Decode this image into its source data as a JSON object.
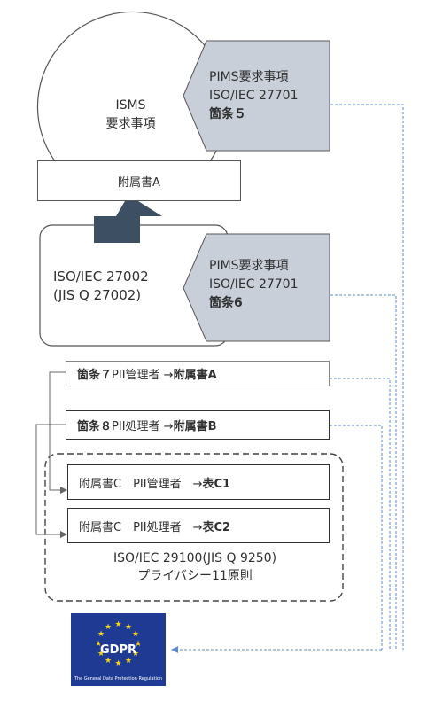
{
  "isms": {
    "line1": "ISMS",
    "line2": "要求事項"
  },
  "pims_top": {
    "line1": "PIMS要求事項",
    "line2": "ISO/IEC 27701",
    "line3": "箇条５"
  },
  "annex_a": "附属書A",
  "iso27002": {
    "line1": "ISO/IEC 27002",
    "line2": "(JIS Q 27002)"
  },
  "pims_mid": {
    "line1": "PIMS要求事項",
    "line2": "ISO/IEC 27701",
    "line3": "箇条6"
  },
  "clause7": {
    "prefix": "箇条７",
    "middle": "PII管理者 → ",
    "suffix": "附属書A"
  },
  "clause8": {
    "prefix": "箇条８",
    "middle": "PII処理者 → ",
    "suffix": "附属書B"
  },
  "annex_c1": {
    "text": "附属書C　PII管理者　→ ",
    "suffix": "表C1"
  },
  "annex_c2": {
    "text": "附属書C　PII処理者　→ ",
    "suffix": "表C2"
  },
  "iso29100": {
    "line1": "ISO/IEC 29100(JIS Q 9250)",
    "line2": "プライバシー11原則"
  },
  "gdpr": {
    "label": "GDPR",
    "caption": "The General Data Protection Regulation"
  },
  "colors": {
    "pims_fill": "#c9cfd8",
    "arrow_fill": "#3d4f63",
    "connector": "#5b8bd3",
    "flag_blue": "#1f3a93",
    "star": "#f4d31a"
  }
}
